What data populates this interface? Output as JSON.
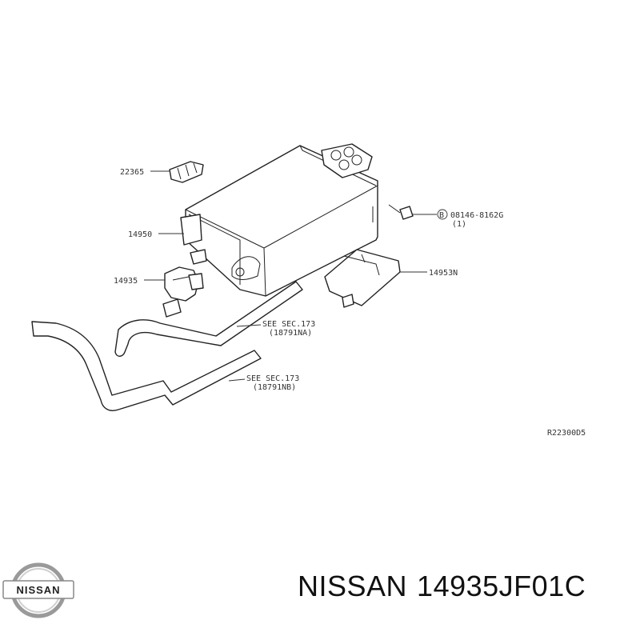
{
  "diagram": {
    "labels": {
      "p22365": "22365",
      "p14950": "14950",
      "p14935": "14935",
      "p14953n": "14953N",
      "bolt_code": "08146-8162G",
      "bolt_qty": "(1)",
      "bolt_symbol": "B",
      "see_a_line1": "SEE SEC.173",
      "see_a_line2": "(18791NA)",
      "see_b_line1": "SEE SEC.173",
      "see_b_line2": "(18791NB)",
      "ref_code": "R22300D5"
    }
  },
  "logo": {
    "text": "NISSAN"
  },
  "caption": {
    "brand": "NISSAN",
    "part_number": "14935JF01C"
  }
}
